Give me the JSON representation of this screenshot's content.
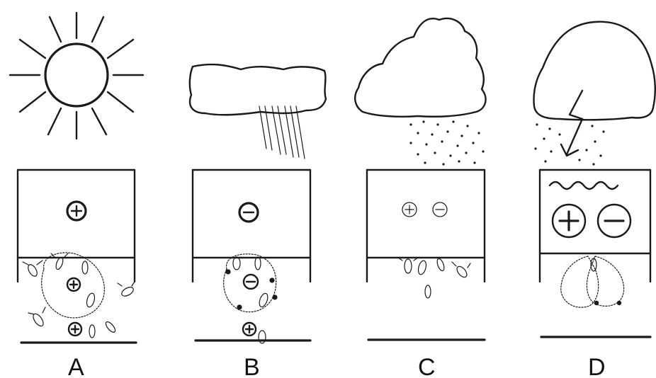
{
  "panels": [
    {
      "label": "A",
      "weather": "sun",
      "box_charges": [
        "+"
      ],
      "swarm_charges": [
        "+",
        "+"
      ]
    },
    {
      "label": "B",
      "weather": "rain-cloud",
      "box_charges": [
        "−"
      ],
      "swarm_charges": [
        "−",
        "+"
      ]
    },
    {
      "label": "C",
      "weather": "cloud-with-dust",
      "box_charges": [
        "+",
        "−"
      ],
      "swarm_charges": []
    },
    {
      "label": "D",
      "weather": "storm-cloud-with-lightning",
      "box_charges": [
        "+",
        "−"
      ],
      "swarm_charges": []
    }
  ],
  "colors": {
    "ink": "#1a1a1a",
    "background": "#ffffff"
  },
  "icons": [
    "sun-icon",
    "cloud-icon",
    "lightning-bolt-icon",
    "bee-icon"
  ]
}
